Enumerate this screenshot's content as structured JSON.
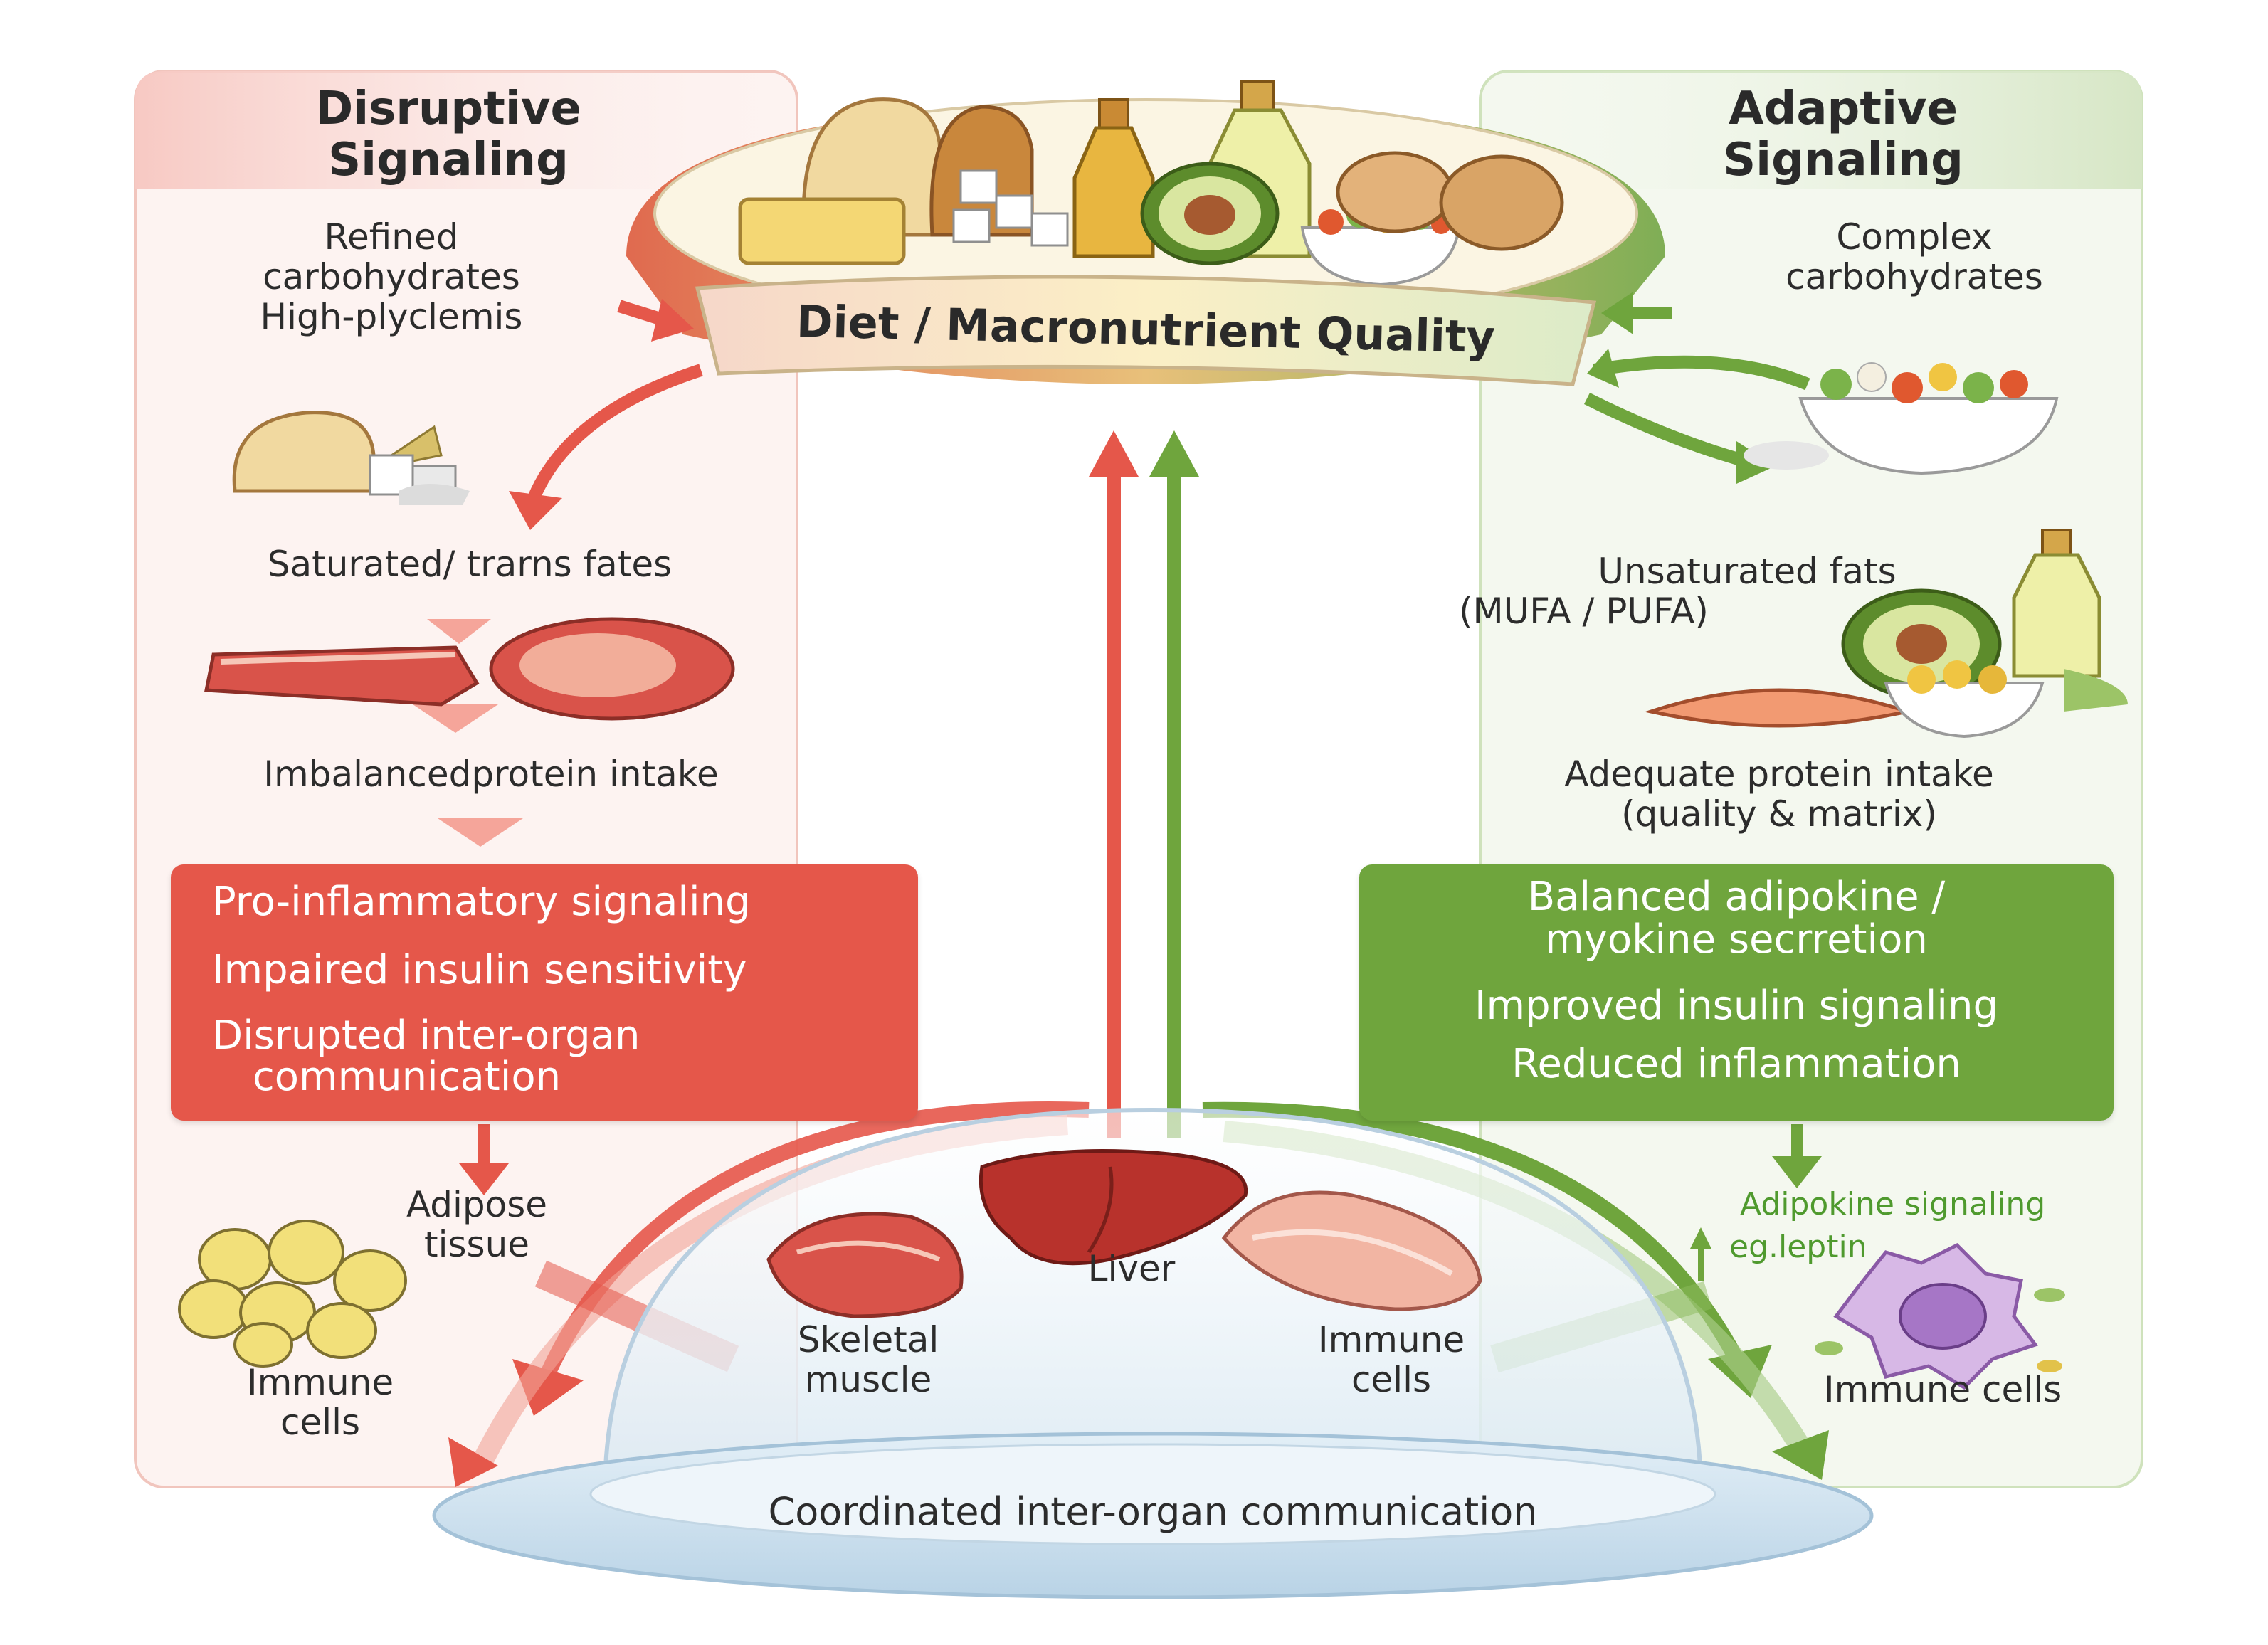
{
  "left_panel": {
    "title_line1": "Disruptive",
    "title_line2": "Signaling",
    "refined_line1": "Refined",
    "refined_line2": "carbohydrates",
    "refined_line3": "High-plyclemis",
    "saturated": "Saturated/ trarns fates",
    "imbalanced": "Imbalancedprotein intake",
    "box_line1": "Pro-inflammatory signaling",
    "box_line2": "Impaired insulin sensitivity",
    "box_line3": "Disrupted inter-organ",
    "box_line4": "communication",
    "adipose_line1": "Adipose",
    "adipose_line2": "tissue",
    "immune_line1": "Immune",
    "immune_line2": "cells"
  },
  "center": {
    "diet_bar": "Diet / Macronutrient Quality",
    "liver": "Liver",
    "skeletal_line1": "Skeletal",
    "skeletal_line2": "muscle",
    "immune_line1": "Immune",
    "immune_line2": "cells",
    "base": "Coordinated inter-organ communication"
  },
  "right_panel": {
    "title_line1": "Adaptive",
    "title_line2": "Signaling",
    "complex_line1": "Complex",
    "complex_line2": "carbohydrates",
    "unsat_line1": "Unsaturated fats",
    "unsat_line2": "(MUFA / PUFA)",
    "adequate_line1": "Adequate protein intake",
    "adequate_line2": "(quality & matrix)",
    "box_line1": "Balanced adipokine /",
    "box_line2": "myokine secrretion",
    "box_line3": "Improved insulin signaling",
    "box_line4": "Reduced inflammation",
    "adipokine_line1": "Adipokine signaling",
    "adipokine_line2": "eg.leptin",
    "immune": "Immune cells"
  },
  "colors": {
    "disruptive_red": "#e5574a",
    "adaptive_green": "#6fa53d",
    "left_panel_bg": "#fdf1ef",
    "right_panel_bg": "#f3f8ee"
  }
}
